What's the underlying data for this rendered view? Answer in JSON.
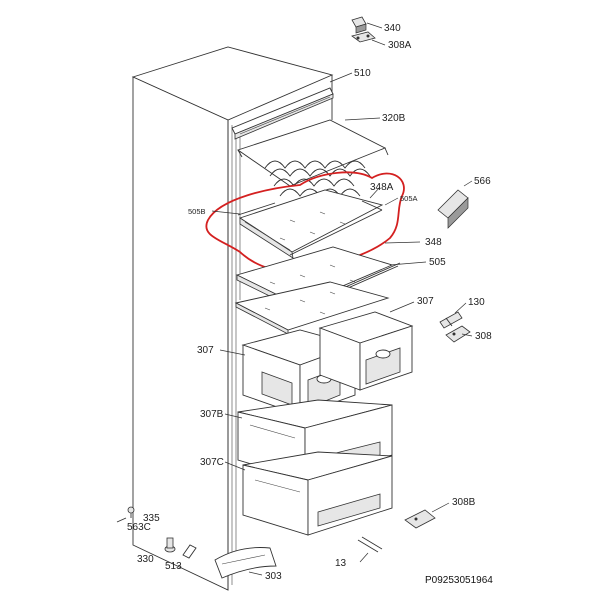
{
  "diagram": {
    "document_code": "P09253051964",
    "highlight_color": "#d42020",
    "labels": {
      "p340": "340",
      "p308a_top": "308A",
      "p510": "510",
      "p320b": "320B",
      "p348a": "348A",
      "p505a": "505A",
      "p505b": "505B",
      "p566": "566",
      "p348": "348",
      "p505": "505",
      "p307_right": "307",
      "p130": "130",
      "p308": "308",
      "p307_left": "307",
      "p307b": "307B",
      "p307c": "307C",
      "p308b": "308B",
      "p335": "335",
      "p563c": "563C",
      "p330": "330",
      "p513": "513",
      "p13": "13",
      "p303": "303"
    }
  }
}
